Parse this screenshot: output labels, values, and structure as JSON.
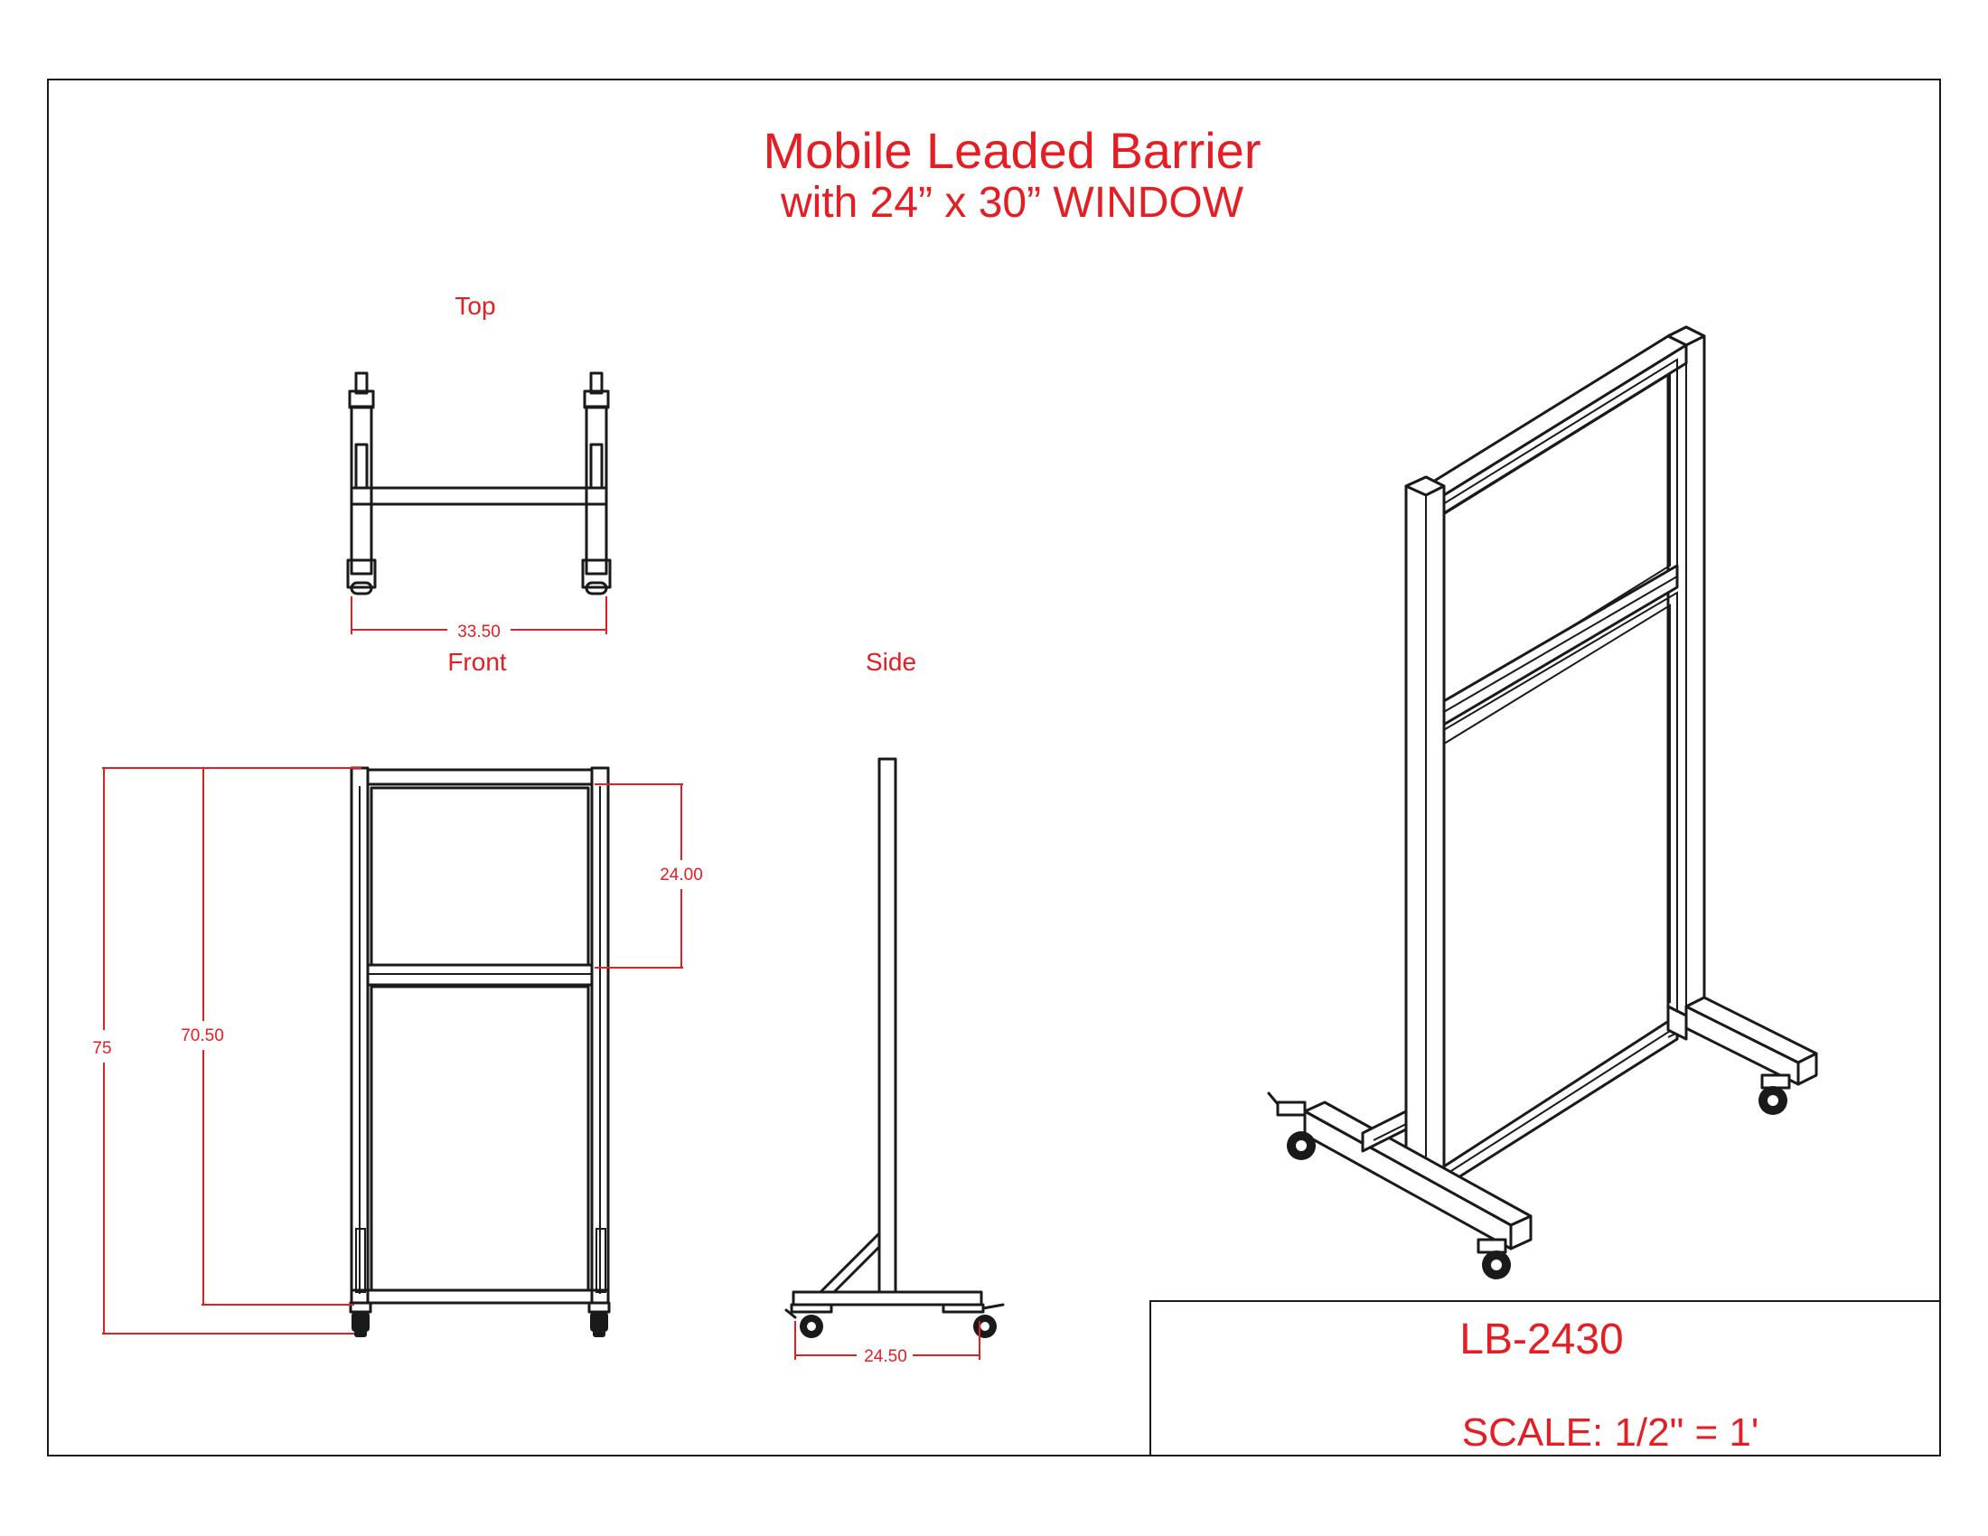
{
  "title": {
    "line1": "Mobile Leaded Barrier",
    "line2": "with 24” x 30” WINDOW"
  },
  "views": {
    "top": "Top",
    "front": "Front",
    "side": "Side"
  },
  "dimensions": {
    "top_width": "33.50",
    "front_height_total": "75",
    "front_height_frame": "70.50",
    "window_height": "24.00",
    "side_base": "24.50"
  },
  "title_block": {
    "part_number": "LB-2430",
    "scale": "SCALE: 1/2\" = 1'"
  },
  "colors": {
    "annotation": "#e31e24",
    "linework": "#1a1a1a"
  }
}
